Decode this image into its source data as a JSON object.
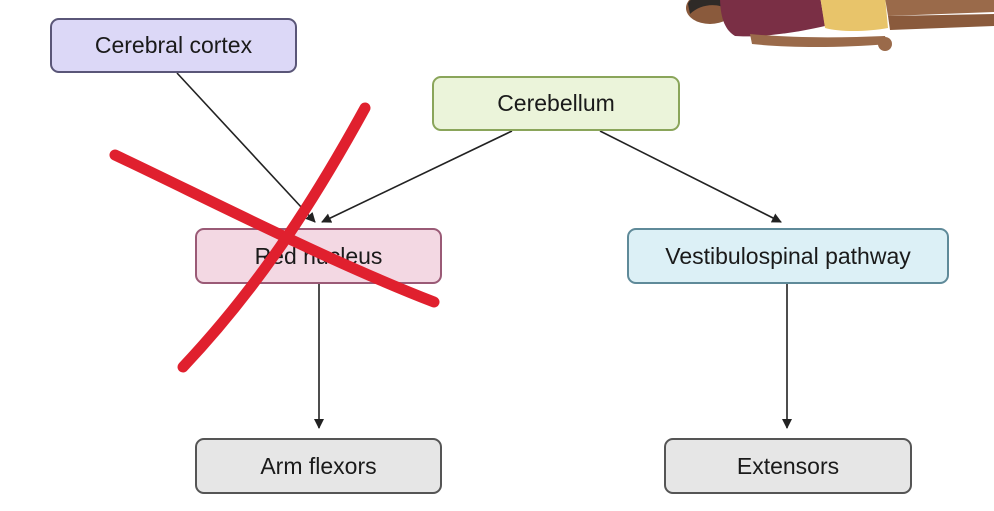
{
  "nodes": {
    "cerebral_cortex": "Cerebral cortex",
    "cerebellum": "Cerebellum",
    "red_nucleus": "Red nucleus",
    "vestibulospinal": "Vestibulospinal pathway",
    "arm_flexors": "Arm flexors",
    "extensors": "Extensors"
  },
  "edges": [
    {
      "from": "cerebral_cortex",
      "to": "red_nucleus"
    },
    {
      "from": "cerebellum",
      "to": "red_nucleus"
    },
    {
      "from": "cerebellum",
      "to": "vestibulospinal"
    },
    {
      "from": "red_nucleus",
      "to": "arm_flexors"
    },
    {
      "from": "vestibulospinal",
      "to": "extensors"
    }
  ],
  "annotations": {
    "cross_out_target": "red_nucleus",
    "cross_color": "#e0202e"
  },
  "icons": {
    "illustration": "lying-patient-icon"
  }
}
